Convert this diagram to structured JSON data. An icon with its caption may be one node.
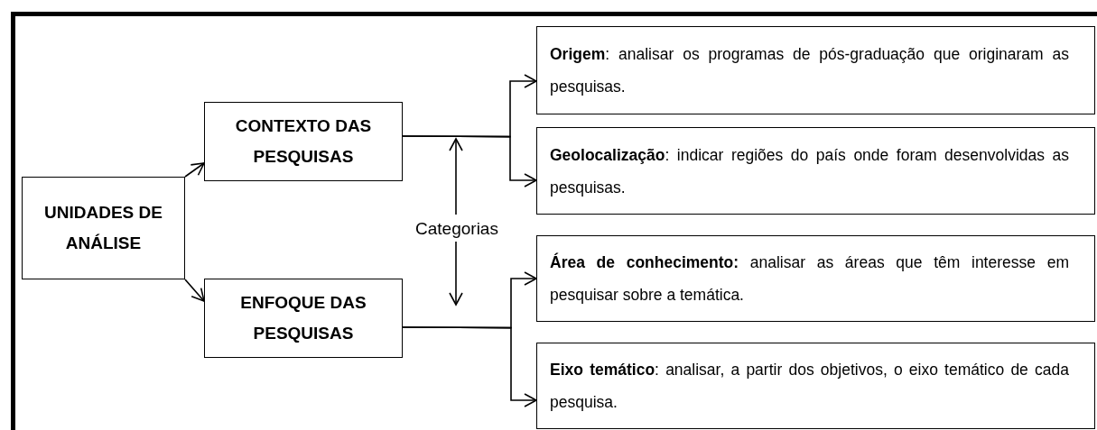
{
  "diagram": {
    "nodes": [
      {
        "text": [
          "UNIDADES DE ANÁLISE"
        ]
      },
      {
        "text": [
          "CONTEXTO DAS PESQUISAS"
        ]
      },
      {
        "text": [
          "ENFOQUE DAS PESQUISAS"
        ]
      },
      {
        "text": [
          "**Origem**: analisar os programas de pós-graduação que originaram as pesquisas."
        ]
      },
      {
        "text": [
          "**Geolocalização**: indicar regiões do país onde foram desenvolvidas as pesquisas."
        ]
      },
      {
        "text": [
          "**Área de conhecimento:** analisar as áreas que têm interesse em pesquisar sobre a temática."
        ]
      },
      {
        "text": [
          "**Eixo temático**: analisar, a partir dos objetivos, o eixo temático de cada pesquisa."
        ]
      },
      {
        "text": [
          "Categorias"
        ]
      }
    ],
    "edges": [
      {
        "from": 0,
        "to": 1,
        "arrow": "to"
      },
      {
        "from": 0,
        "to": 2,
        "arrow": "to"
      },
      {
        "from": 1,
        "to": 3,
        "arrow": "to"
      },
      {
        "from": 1,
        "to": 4,
        "arrow": "to"
      },
      {
        "from": 2,
        "to": 5,
        "arrow": "to"
      },
      {
        "from": 2,
        "to": 6,
        "arrow": "to"
      },
      {
        "from": 7,
        "to": null,
        "arrow": "to"
      },
      {
        "from": 7,
        "to": null,
        "arrow": "to"
      }
    ]
  }
}
